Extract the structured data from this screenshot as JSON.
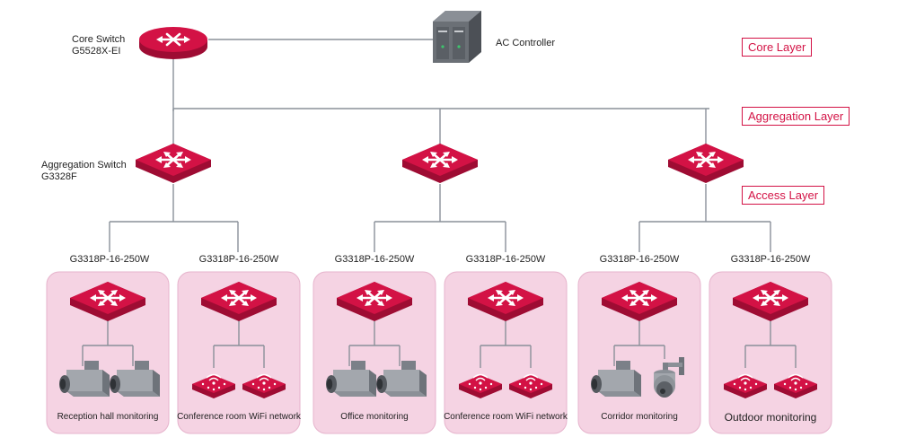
{
  "core": {
    "switch_name": "Core Switch",
    "switch_model": "G5528X-EI",
    "ac_label": "AC Controller"
  },
  "aggregation": {
    "switch_name": "Aggregation Switch",
    "switch_model": "G3328F"
  },
  "layers": {
    "core": "Core Layer",
    "aggregation": "Aggregation Layer",
    "access": "Access Layer"
  },
  "access_groups": [
    {
      "model": "G3318P-16-250W",
      "caption": "Reception hall monitoring",
      "devices": [
        "camera-icon",
        "camera-icon"
      ]
    },
    {
      "model": "G3318P-16-250W",
      "caption": "Conference room WiFi network",
      "devices": [
        "access-point-icon",
        "access-point-icon"
      ]
    },
    {
      "model": "G3318P-16-250W",
      "caption": "Office monitoring",
      "devices": [
        "camera-icon",
        "camera-icon"
      ]
    },
    {
      "model": "G3318P-16-250W",
      "caption": "Conference room WiFi network",
      "devices": [
        "access-point-icon",
        "access-point-icon"
      ]
    },
    {
      "model": "G3318P-16-250W",
      "caption": "Corridor monitoring",
      "devices": [
        "camera-icon",
        "dome-camera-icon"
      ]
    },
    {
      "model": "G3318P-16-250W",
      "caption": "Outdoor monitoring",
      "devices": [
        "access-point-icon",
        "access-point-icon"
      ]
    }
  ],
  "colors": {
    "switch_top": "#d31245",
    "switch_side": "#9e0c33",
    "panel_bg": "#f5d3e3",
    "panel_border": "#e6b3cc",
    "line": "#8a9099",
    "layer_accent": "#d31245"
  }
}
